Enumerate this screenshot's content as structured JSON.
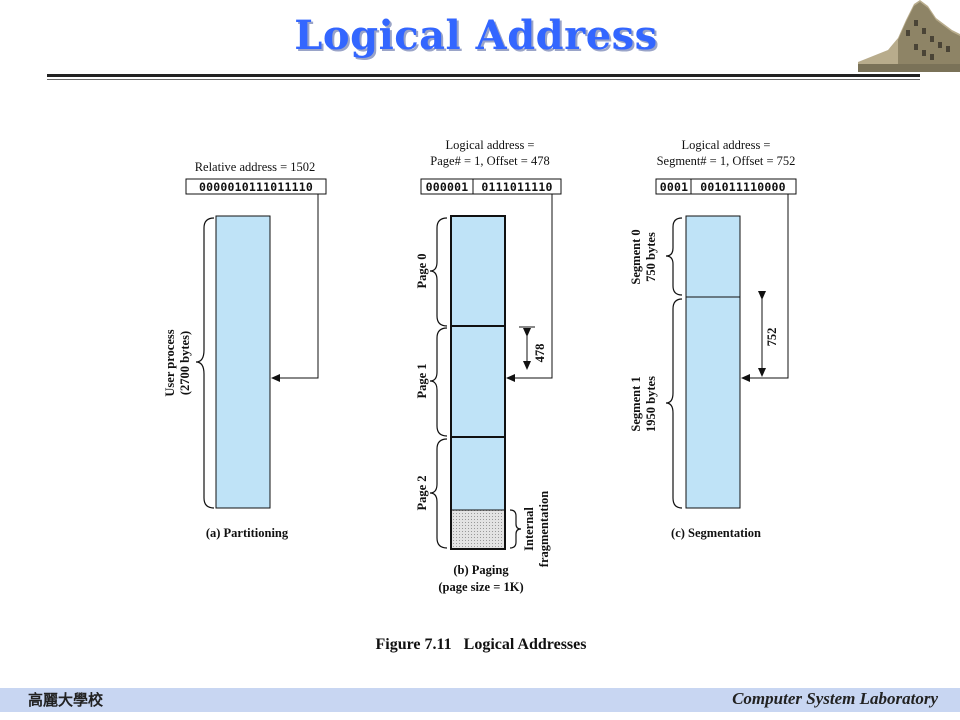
{
  "slide": {
    "title": "Logical Address",
    "footer_left": "高麗大學校",
    "footer_right": "Computer System Laboratory"
  },
  "diagram": {
    "partitioning": {
      "address_label": "Relative address = 1502",
      "bits": "0000010111011110",
      "brace_label_1": "User process",
      "brace_label_2": "(2700 bytes)",
      "caption": "(a) Partitioning"
    },
    "paging": {
      "address_label_1": "Logical address =",
      "address_label_2": "Page# = 1, Offset = 478",
      "bits_page": "000001",
      "bits_offset": "0111011110",
      "pages": [
        "Page 0",
        "Page 1",
        "Page 2"
      ],
      "offset_label": "478",
      "frag_label_1": "Internal",
      "frag_label_2": "fragmentation",
      "caption_1": "(b) Paging",
      "caption_2": "(page size = 1K)"
    },
    "segmentation": {
      "address_label_1": "Logical address =",
      "address_label_2": "Segment# = 1, Offset = 752",
      "bits_segment": "0001",
      "bits_offset": "001011110000",
      "segment0_1": "Segment 0",
      "segment0_2": "750 bytes",
      "segment1_1": "Segment 1",
      "segment1_2": "1950 bytes",
      "offset_label": "752",
      "caption": "(c) Segmentation"
    },
    "figure_caption": "Figure 7.11   Logical Addresses"
  },
  "colors": {
    "title": "#3366ff",
    "memory_fill": "#bfe3f7",
    "footer_band": "#c8d6f2",
    "fragment_fill": "#d8d8d8"
  }
}
